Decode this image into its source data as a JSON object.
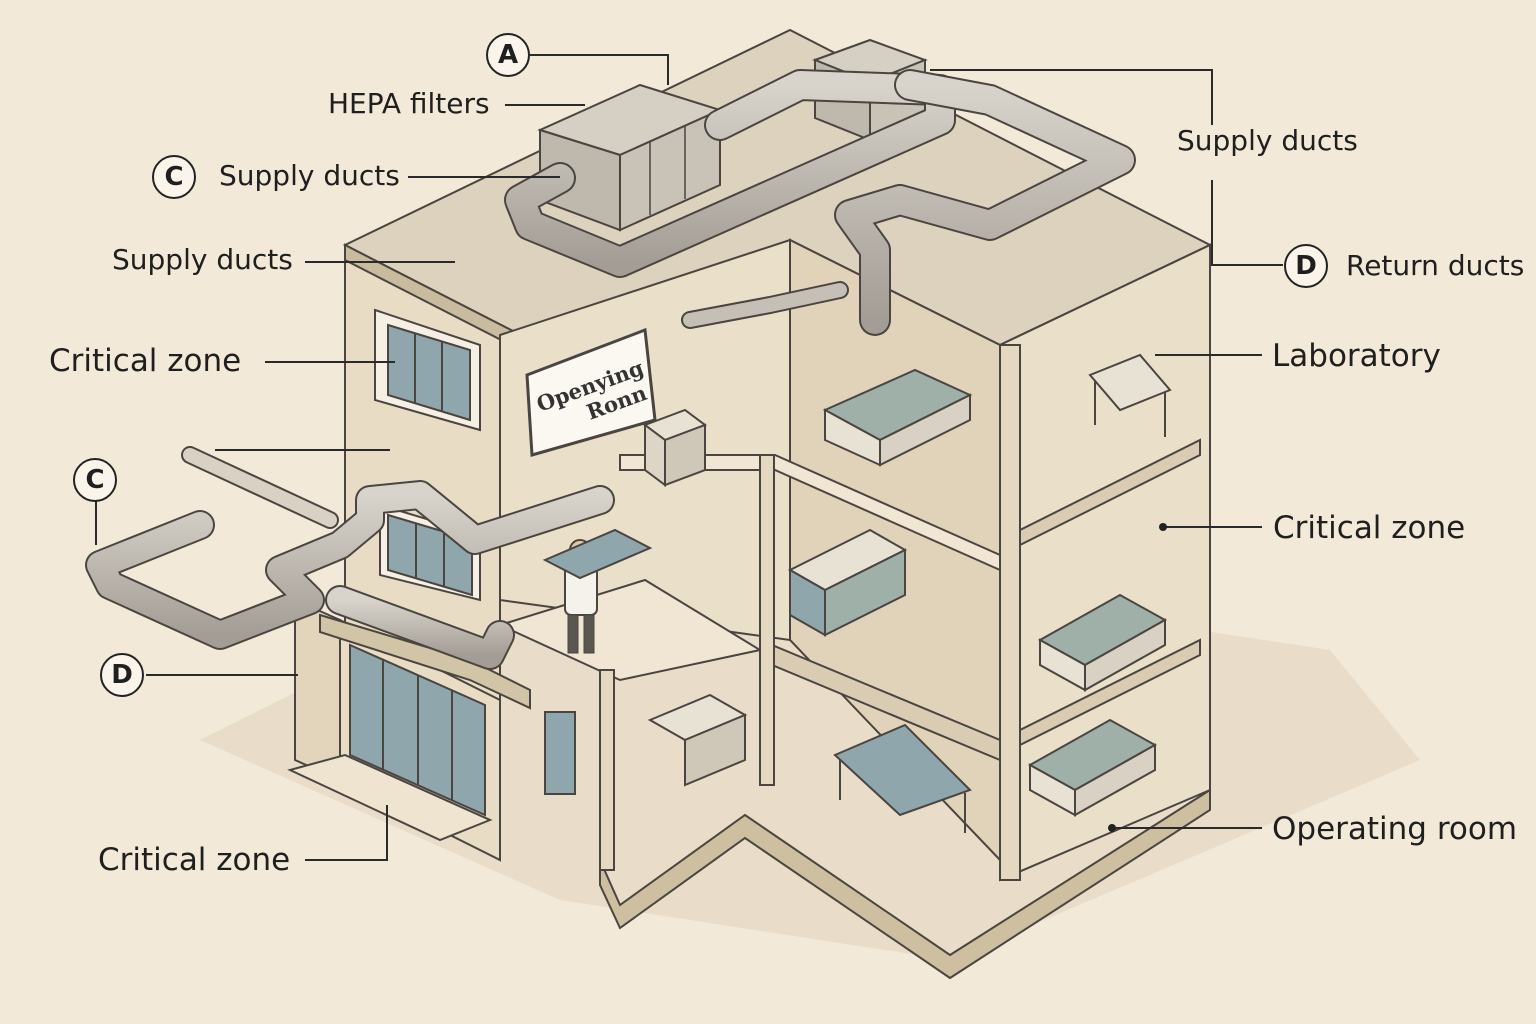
{
  "labels": {
    "hepa": "HEPA filters",
    "supply_left_c": "Supply ducts",
    "supply_left": "Supply ducts",
    "supply_right": "Supply ducts",
    "return_right": "Return ducts",
    "critical_upper_left": "Critical zone",
    "critical_right": "Critical zone",
    "critical_bottom_left": "Critical zone",
    "laboratory": "Laboratory",
    "operating_room": "Operating room"
  },
  "badges": {
    "a": "A",
    "c_top": "C",
    "c_left": "C",
    "d_right": "D",
    "d_left": "D"
  },
  "sign": {
    "line1": "Openying",
    "line2": "Ronn"
  },
  "colors": {
    "background": "#f3e9d8",
    "wall": "#e8dcc4",
    "wall_shade": "#d3c4a7",
    "floor": "#f1e6d3",
    "duct": "#b8b2a9",
    "glass": "#8fa6ad",
    "bed": "#9fb0a9",
    "outline": "#4a4540"
  }
}
